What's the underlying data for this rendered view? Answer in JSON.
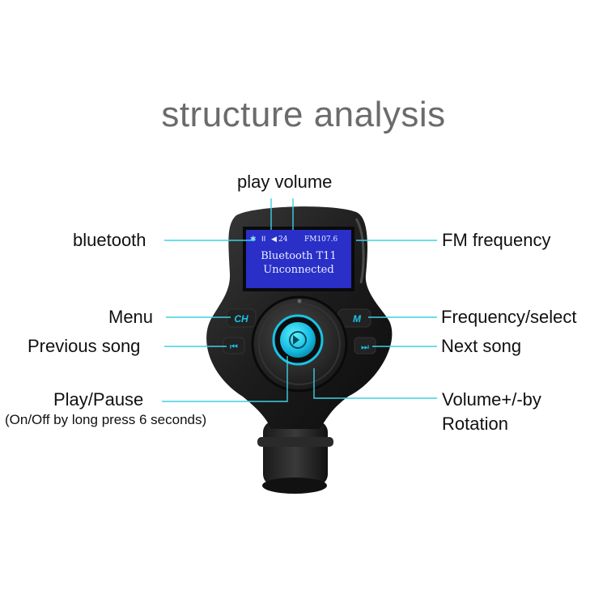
{
  "title": "structure analysis",
  "labels": {
    "play_volume": "play volume",
    "bluetooth": "bluetooth",
    "fm_frequency": "FM frequency",
    "menu": "Menu",
    "frequency_select": "Frequency/select",
    "previous_song": "Previous song",
    "next_song": "Next song",
    "play_pause": "Play/Pause",
    "play_pause_note": "(On/Off by long press 6 seconds)",
    "volume_rotation_1": "Volume+/-by",
    "volume_rotation_2": "Rotation"
  },
  "screen": {
    "volume_value": "24",
    "frequency": "FM107.6",
    "line1": "Bluetooth T11",
    "line2": "Unconnected"
  },
  "buttons": {
    "ch": "CH",
    "m": "M"
  },
  "colors": {
    "callout_line": "#3fd0e6",
    "accent_cyan": "#19c3e6",
    "lcd_blue": "#2a2fc8",
    "body": "#1a1a1a"
  }
}
